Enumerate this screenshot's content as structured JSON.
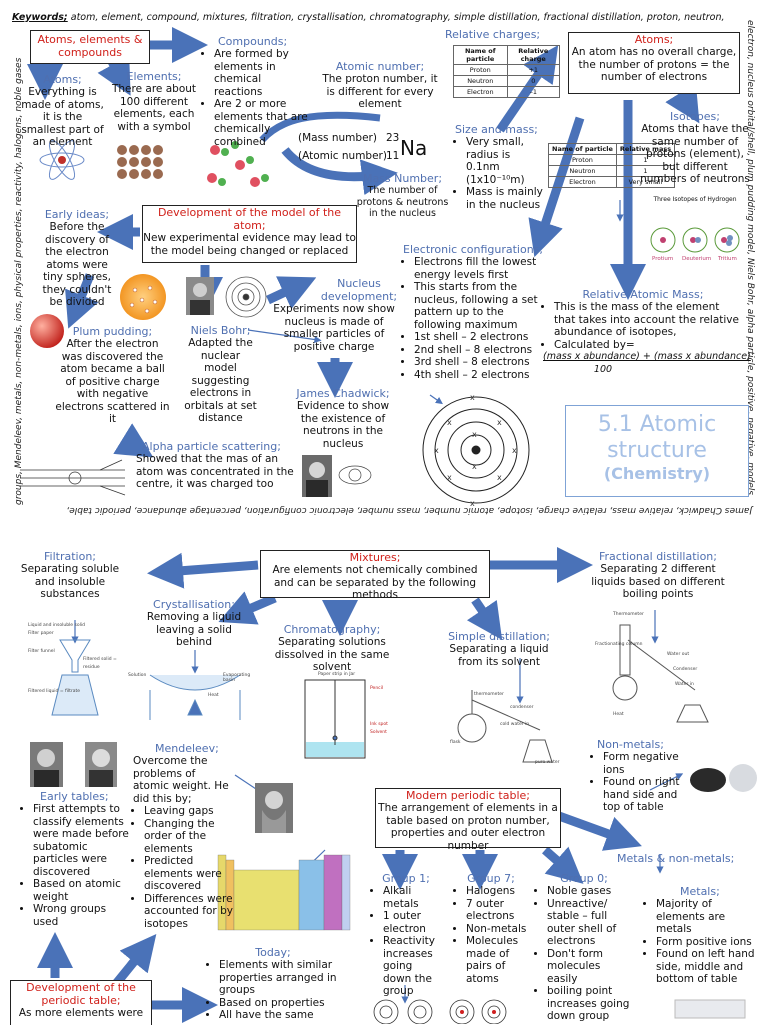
{
  "keywords": {
    "label": "Keywords;",
    "top": "atom, element, compound, mixtures, filtration, crystallisation, chromatography, simple distillation, fractional distillation, proton, neutron,",
    "right": "electron, nucleus orbital/shell, plum pudding model, Niels Bohr, alpha particle, positive, negative, models",
    "bottom": "James Chadwick, relative mass, relative charge, isotope, atomic number, mass number, electronic configuration, percentage abundance, periodic table,",
    "left": "groups, Mendeleev, metals, non-metals, ions, physical properties, reactivity, halogens, noble gases"
  },
  "title": {
    "line1": "5.1 Atomic",
    "line2": "structure",
    "line3": "(Chemistry)"
  },
  "atoms_elements": {
    "heading": "Atoms, elements & compounds"
  },
  "atoms": {
    "heading": "Atoms;",
    "text": "Everything is made of atoms, it is the smallest part of an element"
  },
  "elements": {
    "heading": "Elements;",
    "text": "There are about 100 different elements, each with a symbol"
  },
  "compounds": {
    "heading": "Compounds;",
    "items": [
      "Are formed by elements in chemical reactions",
      "Are 2 or more elements that are chemically combined"
    ]
  },
  "atomic_number": {
    "heading": "Atomic number;",
    "text": "The proton number, it is different for every element"
  },
  "na_symbol": {
    "mass_label": "(Mass number)",
    "mass": "23",
    "atomic_label": "(Atomic number)",
    "atomic": "11",
    "symbol": "Na"
  },
  "mass_number": {
    "heading": "Mass Number;",
    "text": "The number of protons & neutrons in the nucleus"
  },
  "relative_charges": {
    "heading": "Relative charges;",
    "headers": [
      "Name of particle",
      "Relative charge"
    ],
    "rows": [
      [
        "Proton",
        "+1"
      ],
      [
        "Neutron",
        "0"
      ],
      [
        "Electron",
        "–1"
      ]
    ]
  },
  "atoms_right": {
    "heading": "Atoms;",
    "text": "An atom has no overall charge, the number of protons = the number of electrons"
  },
  "size_mass": {
    "heading": "Size and mass;",
    "items": [
      "Very small, radius is 0.1nm (1x10⁻¹⁰m)",
      "Mass is mainly in the nucleus"
    ],
    "headers": [
      "Name of particle",
      "Relative mass"
    ],
    "rows": [
      [
        "Proton",
        "1"
      ],
      [
        "Neutron",
        "1"
      ],
      [
        "Electron",
        "Very small"
      ]
    ]
  },
  "isotopes": {
    "heading": "Isotopes;",
    "text": "Atoms that have the same number of protons (element), but different numbers of neutrons",
    "diagram_title": "Three Isotopes of Hydrogen",
    "names": [
      "Protium",
      "Deuterium",
      "Tritium"
    ]
  },
  "development": {
    "heading": "Development of the model of the atom;",
    "text": "New experimental evidence may lead to the model being changed or replaced"
  },
  "early_ideas": {
    "heading": "Early ideas;",
    "text": "Before the discovery of the electron atoms were tiny spheres, they couldn't be divided"
  },
  "plum_pudding": {
    "heading": "Plum pudding;",
    "text": "After the electron was discovered the atom became a ball of positive charge with negative electrons scattered in it"
  },
  "niels_bohr": {
    "heading": "Niels Bohr;",
    "text": "Adapted the nuclear model suggesting electrons in orbitals at set distance"
  },
  "nucleus_dev": {
    "heading": "Nucleus development;",
    "text": "Experiments now show nucleus is made of smaller particles of positive charge"
  },
  "chadwick": {
    "heading": "James Chadwick;",
    "text": "Evidence to show the existence of neutrons in the nucleus"
  },
  "alpha": {
    "heading": "Alpha particle scattering;",
    "text": "Showed that the mas of an atom was concentrated in the centre, it was charged too"
  },
  "electronic_config": {
    "heading": "Electronic configurations;",
    "items": [
      "Electrons fill the lowest energy levels first",
      "This starts from the nucleus, following a set pattern up to the following maximum"
    ],
    "shells": [
      "1st shell – 2 electrons",
      "2nd shell – 8 electrons",
      "3rd shell – 8 electrons",
      "4th shell – 2 electrons"
    ]
  },
  "relative_atomic_mass": {
    "heading": "Relative Atomic Mass;",
    "items": [
      "This is the mass of the element that takes into account the relative abundance of isotopes,",
      "Calculated by="
    ],
    "formula_top": "(mass x abundance) + (mass x abundance)",
    "formula_bottom": "100"
  },
  "mixtures": {
    "heading": "Mixtures;",
    "text": "Are elements not chemically combined and can be separated by the following methods"
  },
  "filtration": {
    "heading": "Filtration;",
    "text": "Separating soluble and insoluble substances"
  },
  "crystallisation": {
    "heading": "Crystallisation;",
    "text": "Removing a liquid leaving a solid behind"
  },
  "chromatography": {
    "heading": "Chromatography;",
    "text": "Separating solutions dissolved in the same solvent"
  },
  "simple_distillation": {
    "heading": "Simple distillation;",
    "text": "Separating a liquid from its solvent"
  },
  "fractional_distillation": {
    "heading": "Fractional distillation;",
    "text": "Separating 2 different liquids based on different boiling points"
  },
  "mendeleev": {
    "heading": "Mendeleev;",
    "text": "Overcome the problems of atomic weight. He did this by;",
    "items": [
      "Leaving gaps",
      "Changing the order of the elements",
      "Predicted elements were discovered",
      "Differences were accounted for by isotopes"
    ]
  },
  "early_tables": {
    "heading": "Early tables;",
    "items": [
      "First attempts to classify elements were made before subatomic particles were discovered",
      "Based on atomic weight",
      "Wrong groups used"
    ]
  },
  "modern_table": {
    "heading": "Modern periodic table;",
    "text": "The arrangement of elements in a table based on proton number, properties and outer electron number"
  },
  "non_metals": {
    "heading": "Non-metals;",
    "items": [
      "Form negative ions",
      "Found on right hand side and top of table"
    ]
  },
  "metals_nonmetals": {
    "heading": "Metals & non-metals;"
  },
  "metals": {
    "heading": "Metals;",
    "items": [
      "Majority of elements are metals",
      "Form positive ions",
      "Found on left hand side, middle and bottom of table"
    ]
  },
  "group1": {
    "heading": "Group 1;",
    "items": [
      "Alkali metals",
      "1 outer electron",
      "Reactivity increases going down the group"
    ]
  },
  "group7": {
    "heading": "Group 7;",
    "items": [
      "Halogens",
      "7 outer electrons",
      "Non-metals",
      "Molecules made of pairs of atoms"
    ]
  },
  "group0": {
    "heading": "Group 0;",
    "items": [
      "Noble gases",
      "Unreactive/ stable – full outer shell of electrons",
      "Don't form molecules easily",
      "boiling point increases going down group"
    ]
  },
  "today": {
    "heading": "Today;",
    "items": [
      "Elements with similar properties arranged in groups",
      "Based on properties",
      "All have the same"
    ]
  },
  "dev_table": {
    "heading": "Development of the periodic table;",
    "text": "As more elements were"
  },
  "apparatus": {
    "filtration_labels": [
      "Liquid and insoluble solid",
      "Filter paper",
      "Filter funnel",
      "Filtered solid = residue",
      "Filtered liquid = filtrate"
    ],
    "cryst_labels": [
      "Solution",
      "Evaporating basin",
      "Heat"
    ],
    "chrom_labels": [
      "Paper strip in Jar",
      "Pencil",
      "Ink spot",
      "Solvent"
    ],
    "dist_labels": [
      "thermometer",
      "condenser",
      "cold water in",
      "pure water",
      "flask"
    ],
    "frac_labels": [
      "Thermometer",
      "Fractionating column",
      "Condenser",
      "Water out",
      "Water in",
      "Heat"
    ]
  }
}
